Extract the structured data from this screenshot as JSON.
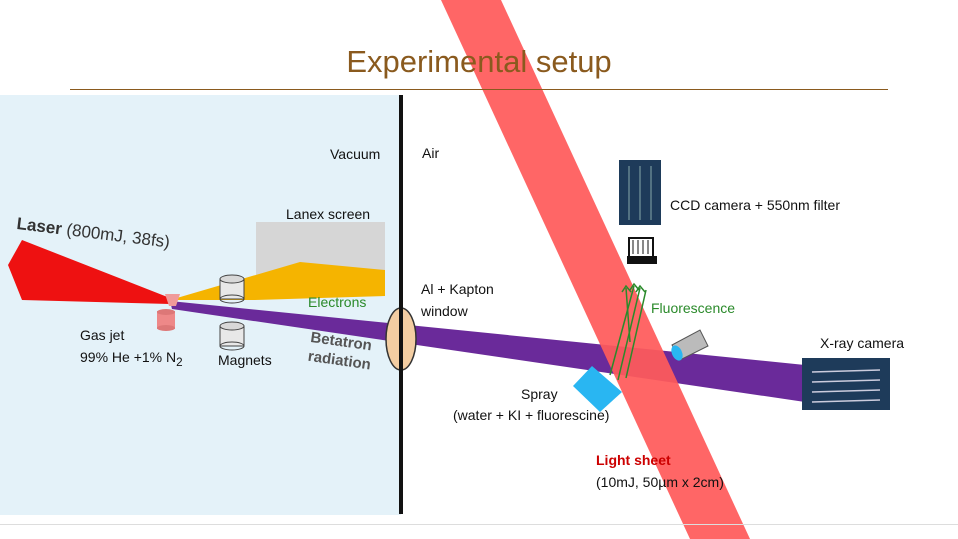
{
  "title": "Experimental setup",
  "labels": {
    "vacuum": "Vacuum",
    "air": "Air",
    "lanex_screen": "Lanex screen",
    "ccd_camera": "CCD camera + 550nm filter",
    "laser": "Laser",
    "laser_params": "(800mJ, 38fs)",
    "electrons": "Electrons",
    "window_line1": "Al + Kapton",
    "window_line2": "window",
    "fluorescence": "Fluorescence",
    "gas_jet_line1": "Gas jet",
    "gas_jet_line2_a": "99% He +1% N",
    "gas_jet_line2_sub": "2",
    "magnets": "Magnets",
    "betatron": "Betatron\nradiation",
    "xray_camera": "X-ray camera",
    "spray_line1": "Spray",
    "spray_line2": "(water + KI + fluorescine)",
    "light_sheet_line1": "Light sheet",
    "light_sheet_line2": "(10mJ, 50µm x 2cm)"
  },
  "colors": {
    "title": "#8a5a1e",
    "vacuum_bg": "#e4f2f9",
    "laser": "#ee1111",
    "light_sheet": "#ff5a5a",
    "electrons": "#f5b400",
    "betatron": "#6a2a9a",
    "spray": "#29b6f2",
    "window": "#f3cda2",
    "fluorescence": "#2a8a2a",
    "camera": "#1e3b5a"
  }
}
